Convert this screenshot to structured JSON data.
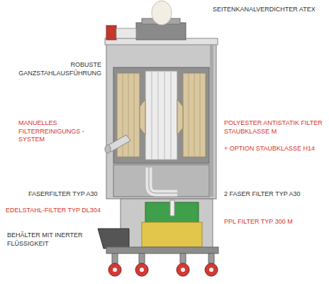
{
  "diagram": {
    "labels": [
      "SEITENKANALVERDICHTER ATEX",
      "ROBUSTE GANZSTAHLAUSFÜHRUNG",
      "MANUELLES FILTERREINIGUNGS -SYSTEM",
      "POLYESTER ANTISTATIK FILTER STAUBKLASSE M",
      "+ OPTION STAUBKLASSE H14",
      "FASERFILTER TYP A30",
      "2 FASER FILTER TYP A30",
      "EDELSTAHL-FILTER TYP DL304",
      "PPL FILTER TYP 300 M",
      "BEHÄLTER MIT INERTER FLÜSSIGKEIT"
    ]
  }
}
